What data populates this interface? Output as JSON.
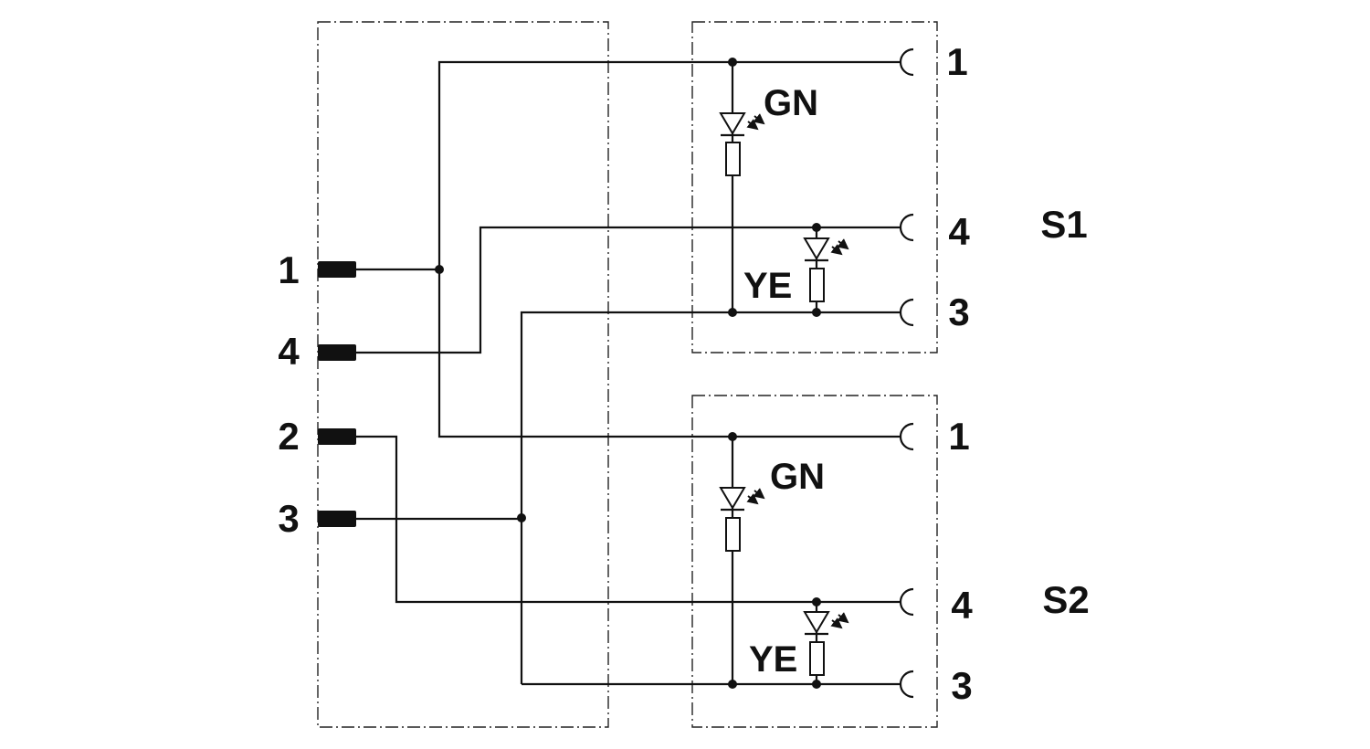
{
  "colors": {
    "line": "#111111",
    "background": "#ffffff"
  },
  "plug_pins": [
    "1",
    "4",
    "2",
    "3"
  ],
  "sockets": [
    {
      "name": "S1",
      "terminals": [
        "1",
        "4",
        "3"
      ],
      "leds": [
        {
          "label": "GN"
        },
        {
          "label": "YE"
        }
      ]
    },
    {
      "name": "S2",
      "terminals": [
        "1",
        "4",
        "3"
      ],
      "leds": [
        {
          "label": "GN"
        },
        {
          "label": "YE"
        }
      ]
    }
  ]
}
